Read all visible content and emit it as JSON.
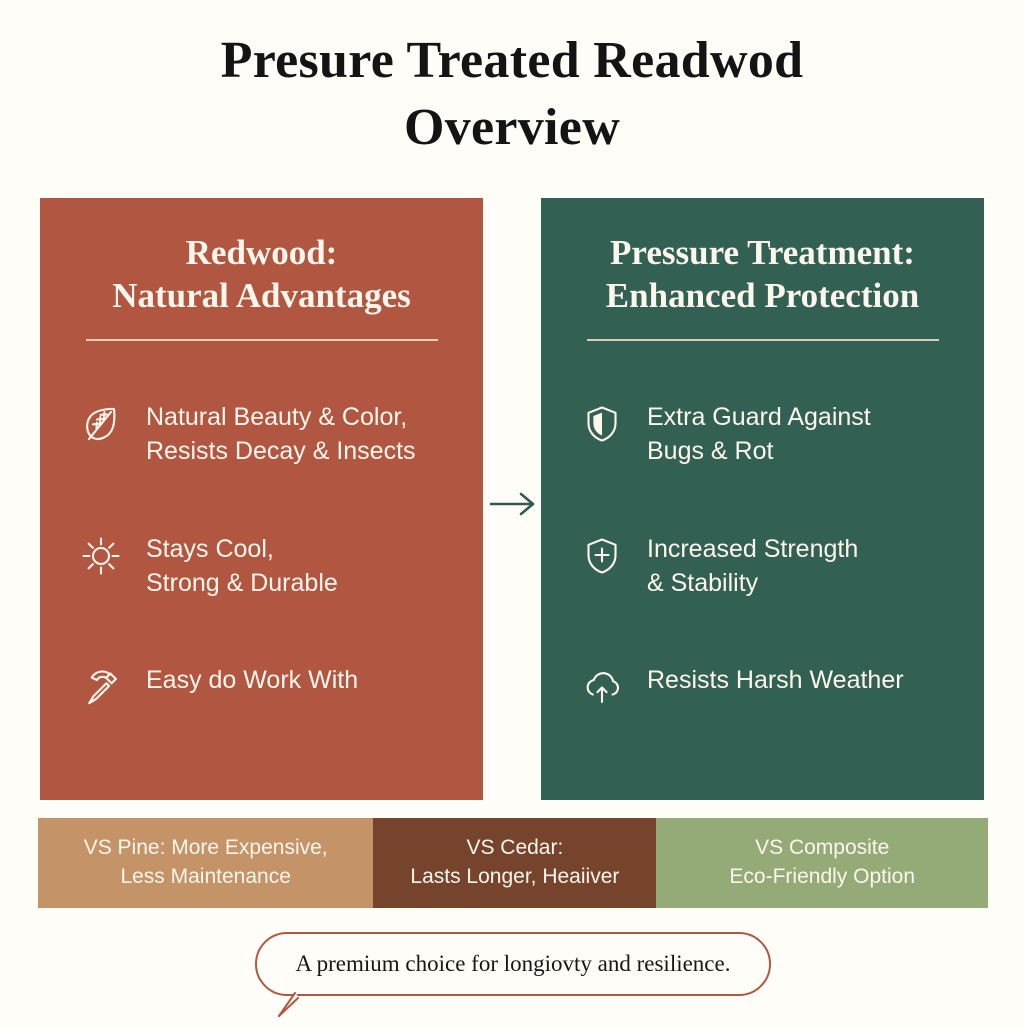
{
  "title": {
    "line1": "Presure Treated Readwod",
    "line2": "Overview"
  },
  "colors": {
    "background": "#fffdf8",
    "left_panel": "#b15741",
    "right_panel": "#326153",
    "panel_text": "#fdf6ec",
    "title_text": "#141414",
    "arrow": "#2f5a4c",
    "seg_pine": "#c49367",
    "seg_cedar": "#76442c",
    "seg_composite": "#94ab77",
    "bubble_border": "#b15741"
  },
  "left_panel": {
    "title_line1": "Redwood:",
    "title_line2": "Natural Advantages",
    "items": [
      {
        "icon": "leaf-icon",
        "line1": "Natural Beauty & Color,",
        "line2": "Resists Decay & Insects"
      },
      {
        "icon": "sun-icon",
        "line1": "Stays Cool,",
        "line2": "Strong & Durable"
      },
      {
        "icon": "hammer-icon",
        "line1": "Easy do Work With",
        "line2": ""
      }
    ]
  },
  "right_panel": {
    "title_line1": "Pressure Treatment:",
    "title_line2": "Enhanced Protection",
    "items": [
      {
        "icon": "shield-icon",
        "line1": "Extra Guard Against",
        "line2": "Bugs & Rot"
      },
      {
        "icon": "shield-plus-icon",
        "line1": "Increased Strength",
        "line2": "& Stability"
      },
      {
        "icon": "cloud-upload-icon",
        "line1": "Resists Harsh Weather",
        "line2": ""
      }
    ]
  },
  "flow_arrow": {
    "icon": "arrow-right-icon"
  },
  "comparison_bar": {
    "segments": [
      {
        "name": "pine",
        "line1": "VS Pine: More Expensive,",
        "line2": "Less Maintenance"
      },
      {
        "name": "cedar",
        "line1": "VS Cedar:",
        "line2": "Lasts Longer, Heaiiver"
      },
      {
        "name": "composite",
        "line1": "VS Composite",
        "line2": "Eco-Friendly Option"
      }
    ]
  },
  "footer_bubble": {
    "text": "A premium choice for longiovty and resilience."
  }
}
